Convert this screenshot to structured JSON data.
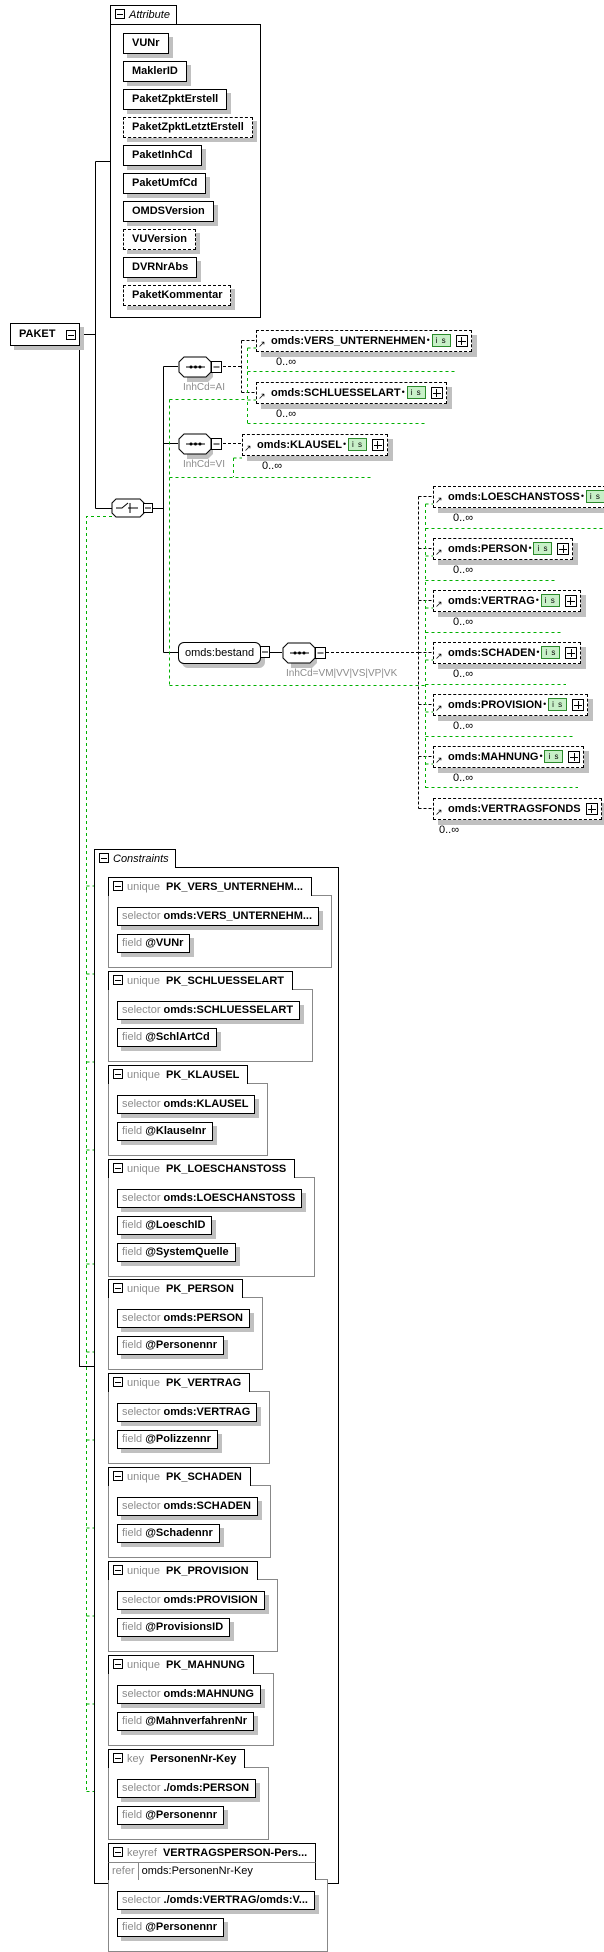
{
  "root": {
    "name": "PAKET"
  },
  "attributes": {
    "title": "Attribute",
    "items": [
      {
        "name": "VUNr",
        "optional": false
      },
      {
        "name": "MaklerID",
        "optional": false
      },
      {
        "name": "PaketZpktErstell",
        "optional": false
      },
      {
        "name": "PaketZpktLetztErstell",
        "optional": true
      },
      {
        "name": "PaketInhCd",
        "optional": false
      },
      {
        "name": "PaketUmfCd",
        "optional": false
      },
      {
        "name": "OMDSVersion",
        "optional": false
      },
      {
        "name": "VUVersion",
        "optional": true
      },
      {
        "name": "DVRNrAbs",
        "optional": false
      },
      {
        "name": "PaketKommentar",
        "optional": true
      }
    ]
  },
  "compositor": {
    "type": "choice",
    "icon": "choice-icon"
  },
  "sequences": [
    {
      "label": "InhCd=AI",
      "icon": "sequence-icon"
    },
    {
      "label": "InhCd=VI",
      "icon": "sequence-icon"
    },
    {
      "label": "InhCd=VM|VV|VS|VP|VK",
      "icon": "sequence-icon"
    }
  ],
  "bestand": {
    "name": "omds:bestand"
  },
  "type_badge": "i s",
  "elements": [
    {
      "name": "omds:VERS_UNTERNEHMEN",
      "occurs": "0..∞",
      "badge": true
    },
    {
      "name": "omds:SCHLUESSELART",
      "occurs": "0..∞",
      "badge": true
    },
    {
      "name": "omds:KLAUSEL",
      "occurs": "0..∞",
      "badge": true
    },
    {
      "name": "omds:LOESCHANSTOSS",
      "occurs": "0..∞",
      "badge": true
    },
    {
      "name": "omds:PERSON",
      "occurs": "0..∞",
      "badge": true
    },
    {
      "name": "omds:VERTRAG",
      "occurs": "0..∞",
      "badge": true
    },
    {
      "name": "omds:SCHADEN",
      "occurs": "0..∞",
      "badge": true
    },
    {
      "name": "omds:PROVISION",
      "occurs": "0..∞",
      "badge": true
    },
    {
      "name": "omds:MAHNUNG",
      "occurs": "0..∞",
      "badge": true
    },
    {
      "name": "omds:VERTRAGSFONDS",
      "occurs": "0..∞",
      "badge": false
    }
  ],
  "constraints": {
    "title": "Constraints",
    "items": [
      {
        "kind": "unique",
        "name": "PK_VERS_UNTERNEHM...",
        "selector": "omds:VERS_UNTERNEHM...",
        "fields": [
          "@VUNr"
        ]
      },
      {
        "kind": "unique",
        "name": "PK_SCHLUESSELART",
        "selector": "omds:SCHLUESSELART",
        "fields": [
          "@SchlArtCd"
        ]
      },
      {
        "kind": "unique",
        "name": "PK_KLAUSEL",
        "selector": "omds:KLAUSEL",
        "fields": [
          "@KlauseInr"
        ]
      },
      {
        "kind": "unique",
        "name": "PK_LOESCHANSTOSS",
        "selector": "omds:LOESCHANSTOSS",
        "fields": [
          "@LoeschID",
          "@SystemQuelle"
        ]
      },
      {
        "kind": "unique",
        "name": "PK_PERSON",
        "selector": "omds:PERSON",
        "fields": [
          "@Personennr"
        ]
      },
      {
        "kind": "unique",
        "name": "PK_VERTRAG",
        "selector": "omds:VERTRAG",
        "fields": [
          "@Polizzennr"
        ]
      },
      {
        "kind": "unique",
        "name": "PK_SCHADEN",
        "selector": "omds:SCHADEN",
        "fields": [
          "@Schadennr"
        ]
      },
      {
        "kind": "unique",
        "name": "PK_PROVISION",
        "selector": "omds:PROVISION",
        "fields": [
          "@ProvisionsID"
        ]
      },
      {
        "kind": "unique",
        "name": "PK_MAHNUNG",
        "selector": "omds:MAHNUNG",
        "fields": [
          "@MahnverfahrenNr"
        ]
      },
      {
        "kind": "key",
        "name": "PersonenNr-Key",
        "selector": "./omds:PERSON",
        "fields": [
          "@Personennr"
        ]
      },
      {
        "kind": "keyref",
        "name": "VERTRAGSPERSON-Pers...",
        "refer_label": "refer",
        "refer": "omds:PersonenNr-Key",
        "selector": "./omds:VERTRAG/omds:V...",
        "fields": [
          "@Personennr"
        ]
      }
    ],
    "selector_label": "selector",
    "field_label": "field"
  },
  "colors": {
    "line": "#000000",
    "identity_link": "#00b000",
    "shadow": "#c0c0c0",
    "muted_text": "#8c8c8c",
    "badge_fill": "#c8f0c8"
  }
}
